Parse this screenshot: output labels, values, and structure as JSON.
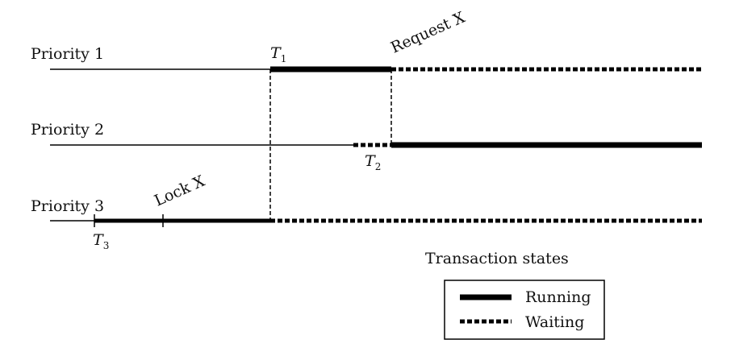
{
  "diagram": {
    "rows": [
      {
        "label": "Priority 1"
      },
      {
        "label": "Priority 2"
      },
      {
        "label": "Priority 3"
      }
    ],
    "events": {
      "t1": {
        "name": "T",
        "sub": "1"
      },
      "t2": {
        "name": "T",
        "sub": "2"
      },
      "t3": {
        "name": "T",
        "sub": "3"
      },
      "request": "Request X",
      "lock": "Lock X"
    },
    "legend": {
      "title": "Transaction states",
      "running": "Running",
      "waiting": "Waiting"
    }
  }
}
